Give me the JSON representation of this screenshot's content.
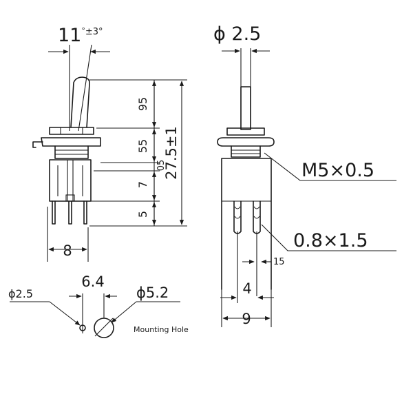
{
  "labels": {
    "angle": "11",
    "angle_deg": "°",
    "angle_tol": "±3°",
    "shaft_dia": "ϕ 2.5",
    "dim_95": "95",
    "dim_55": "55",
    "dim_05": "05",
    "dim_7": "7",
    "dim_5": "5",
    "dim_total": "27.5±1",
    "dim_8": "8",
    "thread": "M5×0.5",
    "terminal": "0.8×1.5",
    "dim_15": "15",
    "dim_4": "4",
    "dim_9": "9",
    "hole_small": "ϕ2.5",
    "hole_spacing": "6.4",
    "hole_large": "ϕ5.2",
    "mounting_hole": "Mounting Hole"
  }
}
